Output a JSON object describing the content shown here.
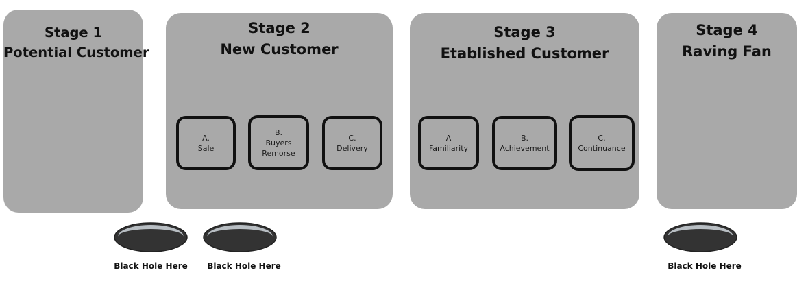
{
  "stages": [
    {
      "line1": "Stage 1",
      "line2": "Potential Customer"
    },
    {
      "line1": "Stage 2",
      "line2": "New Customer",
      "steps": [
        {
          "lines": [
            "A.",
            "Sale"
          ]
        },
        {
          "lines": [
            "B.",
            "Buyers",
            "Remorse"
          ]
        },
        {
          "lines": [
            "C.",
            "Delivery"
          ]
        }
      ]
    },
    {
      "line1": "Stage 3",
      "line2": "Etablished Customer",
      "steps": [
        {
          "lines": [
            "A",
            "Familiarity"
          ]
        },
        {
          "lines": [
            "B.",
            "Achievement"
          ]
        },
        {
          "lines": [
            "C.",
            "Continuance"
          ]
        }
      ]
    },
    {
      "line1": "Stage 4",
      "line2": "Raving Fan"
    }
  ],
  "black_holes": [
    {
      "label": "Black Hole Here"
    },
    {
      "label": "Black Hole Here"
    },
    {
      "label": "Black Hole Here"
    }
  ],
  "colors": {
    "stage_fill": "#a9a9a9",
    "box_border": "#111111",
    "hole_dark": "#333333",
    "hole_rim": "#b8bec3",
    "background": "#ffffff"
  }
}
